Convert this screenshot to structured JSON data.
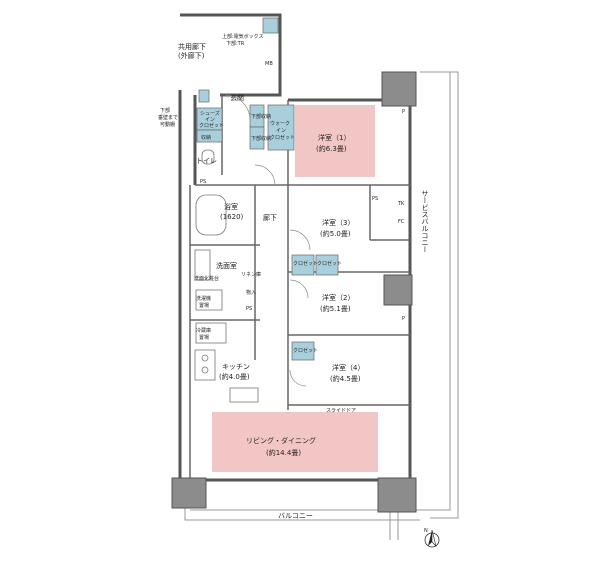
{
  "colors": {
    "room_fill": "#f2c6c4",
    "closet_fill": "#a9cfdd",
    "wall": "#555555",
    "column": "#8c8c8c",
    "line": "#777777"
  },
  "labels": {
    "common_corridor_1": "共用廊下",
    "common_corridor_2": "(外廊下)",
    "meter_box_1": "上部:電気ボックス",
    "meter_box_2": "下部:TR",
    "mb": "MB",
    "entrance": "玄関",
    "lower_frame_1": "下部",
    "lower_frame_2": "垂壁まで",
    "lower_frame_3": "可動棚",
    "shoe_closet_1": "シューズ",
    "shoe_closet_2": "イン",
    "shoe_closet_3": "クロゼット",
    "storage_small": "収納",
    "wic_1": "ウォーク",
    "wic_2": "イン",
    "wic_3": "クロゼット",
    "lower_storage_1": "下部収納",
    "lower_storage_2": "下部収納",
    "toilet": "トイレ",
    "ps1": "PS",
    "ps2": "PS",
    "ps3": "PS",
    "p1": "P",
    "p2": "P",
    "bath_1": "浴室",
    "bath_2": "(1620)",
    "corridor": "廊下",
    "washroom": "洗面室",
    "linen": "リネン庫",
    "vanity": "洗面化粧台",
    "storage_wash": "物入",
    "washer_1": "洗濯機",
    "washer_2": "置場",
    "fridge_1": "冷蔵庫",
    "fridge_2": "置場",
    "room1_name": "洋室（1）",
    "room1_size": "(約6.3畳)",
    "room3_name": "洋室（3）",
    "room3_size": "(約5.0畳)",
    "room2_name": "洋室（2）",
    "room2_size": "(約5.1畳)",
    "room4_name": "洋室（4）",
    "room4_size": "(約4.5畳)",
    "closet_a": "クロゼット",
    "closet_b": "クロゼット",
    "closet_c": "クロゼット",
    "tk": "TK",
    "fc": "FC",
    "kitchen_name": "キッチン",
    "kitchen_size": "(約4.0畳)",
    "slide_door": "スライドドア",
    "living_name": "リビング・ダイニング",
    "living_size": "(約14.4畳)",
    "balcony": "バルコニー",
    "service_balcony": "サービスバルコニー",
    "north": "N"
  }
}
